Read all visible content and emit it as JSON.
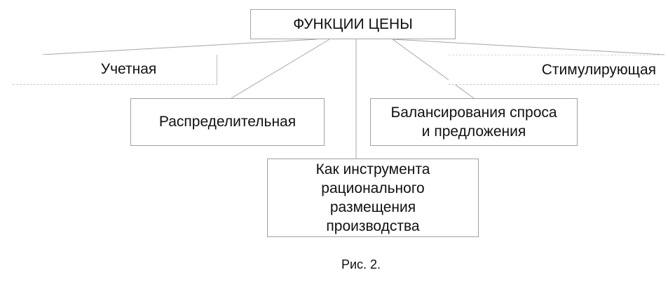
{
  "diagram": {
    "root": "ФУНКЦИИ ЦЕНЫ",
    "nodes": {
      "accounting": "Учетная",
      "stimulating": "Стимулирующая",
      "distributive": "Распределительная",
      "balancing": "Балансирования спроса\nи предложения",
      "instrument": "Как инструмента\nрационального\nразмещения\nпроизводства"
    },
    "caption": "Рис. 2.",
    "colors": {
      "line": "#9a9a9a",
      "text": "#111111",
      "background": "#ffffff"
    }
  }
}
